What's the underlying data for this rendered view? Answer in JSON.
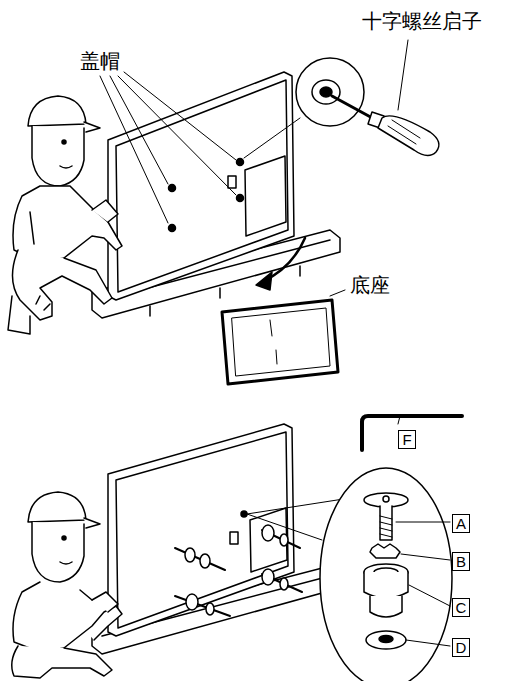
{
  "diagram": {
    "nodes": [
      {
        "text": [
          "F"
        ]
      },
      {
        "text": [
          "A"
        ]
      },
      {
        "text": [
          "B"
        ]
      },
      {
        "text": [
          "C"
        ]
      },
      {
        "text": [
          "D"
        ]
      }
    ],
    "labels": [
      "十字螺丝启子",
      "盖帽",
      "底座"
    ]
  }
}
